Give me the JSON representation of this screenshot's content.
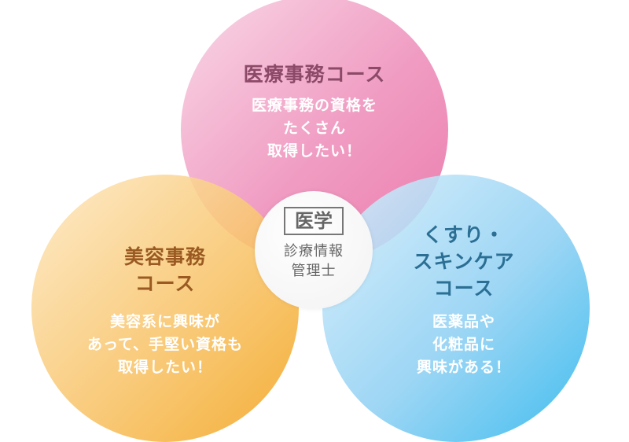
{
  "colors": {
    "pink": "#e86aa2",
    "orange": "#f3a31c",
    "blue": "#25b4ec"
  },
  "courses": [
    {
      "title": [
        "医療事務コース"
      ],
      "body": [
        "医療事務の資格を",
        "たくさん",
        "取得したい！"
      ]
    },
    {
      "title": [
        "美容事務",
        "コース"
      ],
      "body": [
        "美容系に興味が",
        "あって、手堅い資格も",
        "取得したい！"
      ]
    },
    {
      "title": [
        "くすり・",
        "スキンケア",
        "コース"
      ],
      "body": [
        "医薬品や",
        "化粧品に",
        "興味がある！"
      ]
    }
  ],
  "center": {
    "badge": "医学",
    "lines": [
      "診療情報",
      "管理士"
    ]
  }
}
